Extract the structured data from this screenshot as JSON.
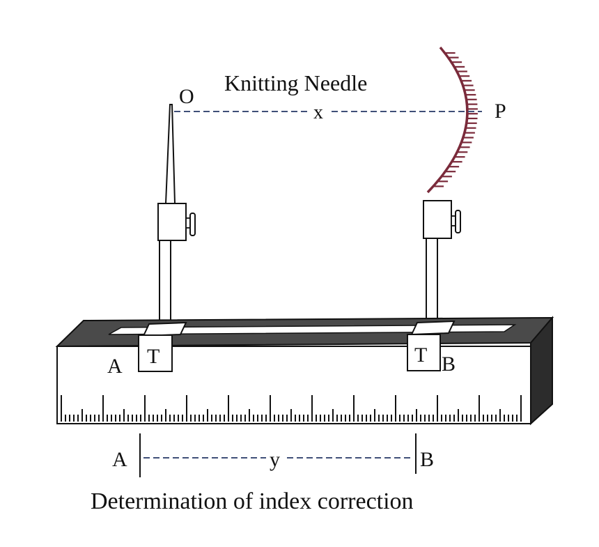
{
  "labels": {
    "point_o": "O",
    "point_p": "P",
    "needle_title": "Knitting Needle",
    "distance_x": "x",
    "point_a_bench": "A",
    "point_b_bench": "B",
    "upright_t_left": "T",
    "upright_t_right": "T",
    "point_a_scale": "A",
    "point_b_scale": "B",
    "distance_y": "y",
    "caption": "Determination of index correction"
  },
  "colors": {
    "mirror": "#7a2a3a",
    "dashed_line": "#3f4f78",
    "bench_top": "#4a4a4a",
    "bench_end": "#2c2c2c",
    "ink": "#111111"
  }
}
